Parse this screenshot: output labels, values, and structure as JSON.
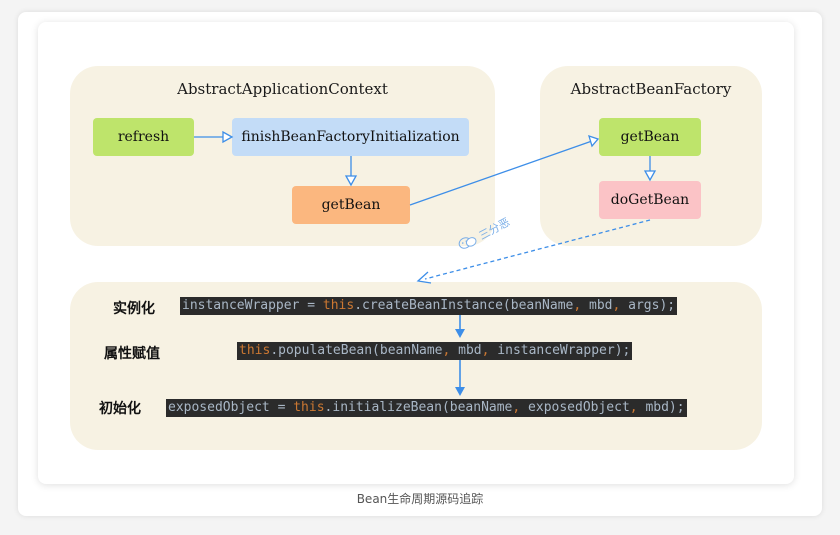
{
  "top_left_panel": {
    "title": "AbstractApplicationContext"
  },
  "top_right_panel": {
    "title": "AbstractBeanFactory"
  },
  "nodes": {
    "refresh": "refresh",
    "finish": "finishBeanFactoryInitialization",
    "getbean_ctx": "getBean",
    "getbean_factory": "getBean",
    "dogetbean": "doGetBean"
  },
  "watermark": "三分恶",
  "bottom_panel": {
    "steps": [
      {
        "label": "实例化",
        "code": {
          "pre": "instanceWrapper = ",
          "kw1": "this",
          "mid": ".createBeanInstance(beanName",
          "sep1": ",",
          "a1": " mbd",
          "sep2": ",",
          "a2": " args);"
        }
      },
      {
        "label": "属性赋值",
        "code": {
          "kw1": "this",
          "mid": ".populateBean(beanName",
          "sep1": ",",
          "a1": " mbd",
          "sep2": ",",
          "a2": " instanceWrapper);"
        }
      },
      {
        "label": "初始化",
        "code": {
          "pre": "exposedObject = ",
          "kw1": "this",
          "mid": ".initializeBean(beanName",
          "sep1": ",",
          "a1": " exposedObject",
          "sep2": ",",
          "a2": " mbd);"
        }
      }
    ]
  },
  "caption": "Bean生命周期源码追踪",
  "colors": {
    "panel_bg": "#f7f2e3",
    "green": "#bee46b",
    "blue": "#c3dcf7",
    "orange": "#fbb77f",
    "pink": "#fbc3c6",
    "arrow": "#3d8ee8",
    "code_bg": "#2b2b2b",
    "code_text": "#a9b7c6",
    "code_keyword": "#cc7832"
  }
}
